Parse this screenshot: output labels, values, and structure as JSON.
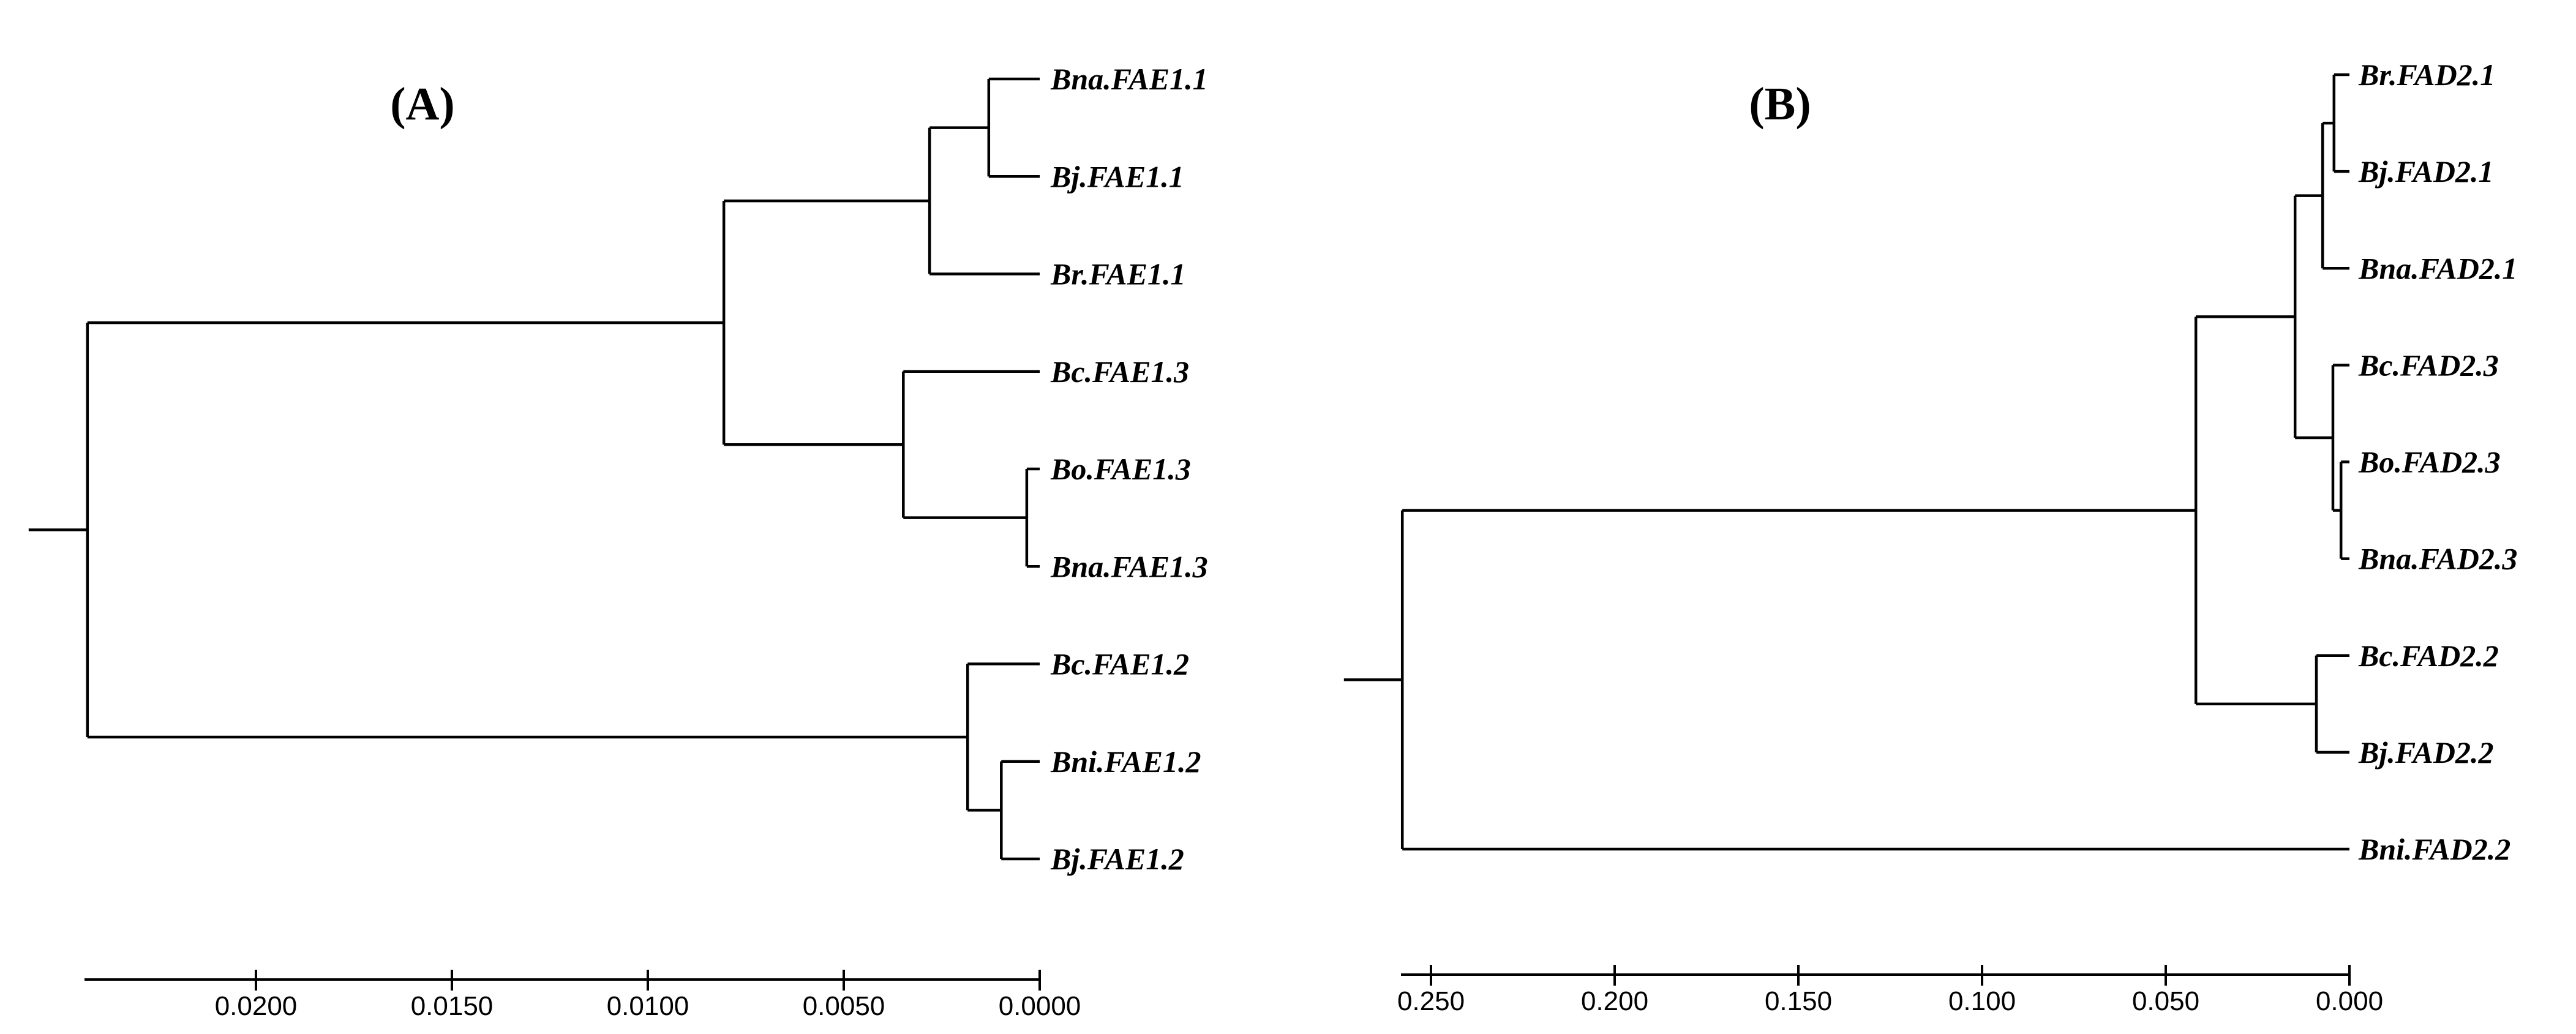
{
  "figure": {
    "background_color": "#ffffff",
    "line_color": "#000000",
    "description": "Two rooted ultrametric phylogenetic trees with distance scale bars"
  },
  "chart_data": [
    {
      "type": "tree",
      "panel_label": "(A)",
      "gene_family": "FAE1",
      "leaves": [
        "Bna.FAE1.1",
        "Bj.FAE1.1",
        "Br.FAE1.1",
        "Bc.FAE1.3",
        "Bo.FAE1.3",
        "Bna.FAE1.3",
        "Bc.FAE1.2",
        "Bni.FAE1.2",
        "Bj.FAE1.2"
      ],
      "scale_axis": {
        "tick_labels": [
          "0.0200",
          "0.0150",
          "0.0100",
          "0.0050",
          "0.0000"
        ],
        "tick_values": [
          0.02,
          0.015,
          0.01,
          0.005,
          0.0
        ],
        "axis_left_value": 0.0244
      },
      "root_edge_depth": 0.0258,
      "tree": {
        "depth": 0.0243,
        "children": [
          {
            "depth": 0.00806,
            "children": [
              {
                "depth": 0.00281,
                "children": [
                  {
                    "depth": 0.0013,
                    "children": [
                      {
                        "name": "Bna.FAE1.1"
                      },
                      {
                        "name": "Bj.FAE1.1"
                      }
                    ]
                  },
                  {
                    "name": "Br.FAE1.1"
                  }
                ]
              },
              {
                "depth": 0.00348,
                "children": [
                  {
                    "name": "Bc.FAE1.3"
                  },
                  {
                    "depth": 0.00033,
                    "children": [
                      {
                        "name": "Bo.FAE1.3"
                      },
                      {
                        "name": "Bna.FAE1.3"
                      }
                    ]
                  }
                ]
              }
            ]
          },
          {
            "depth": 0.00184,
            "children": [
              {
                "name": "Bc.FAE1.2"
              },
              {
                "depth": 0.00098,
                "children": [
                  {
                    "name": "Bni.FAE1.2"
                  },
                  {
                    "name": "Bj.FAE1.2"
                  }
                ]
              }
            ]
          }
        ]
      }
    },
    {
      "type": "tree",
      "panel_label": "(B)",
      "gene_family": "FAD2",
      "leaves": [
        "Br.FAD2.1",
        "Bj.FAD2.1",
        "Bna.FAD2.1",
        "Bc.FAD2.3",
        "Bo.FAD2.3",
        "Bna.FAD2.3",
        "Bc.FAD2.2",
        "Bj.FAD2.2",
        "Bni.FAD2.2"
      ],
      "scale_axis": {
        "tick_labels": [
          "0.250",
          "0.200",
          "0.150",
          "0.100",
          "0.050",
          "0.000"
        ],
        "tick_values": [
          0.25,
          0.2,
          0.15,
          0.1,
          0.05,
          0.0
        ],
        "axis_left_value": 0.2582
      },
      "root_edge_depth": 0.2737,
      "tree": {
        "depth": 0.2578,
        "children": [
          {
            "depth": 0.0418,
            "children": [
              {
                "depth": 0.0148,
                "children": [
                  {
                    "depth": 0.0073,
                    "children": [
                      {
                        "depth": 0.0042,
                        "children": [
                          {
                            "name": "Br.FAD2.1"
                          },
                          {
                            "name": "Bj.FAD2.1"
                          }
                        ]
                      },
                      {
                        "name": "Bna.FAD2.1"
                      }
                    ]
                  },
                  {
                    "depth": 0.0045,
                    "children": [
                      {
                        "name": "Bc.FAD2.3"
                      },
                      {
                        "depth": 0.0023,
                        "children": [
                          {
                            "name": "Bo.FAD2.3"
                          },
                          {
                            "name": "Bna.FAD2.3"
                          }
                        ]
                      }
                    ]
                  }
                ]
              },
              {
                "depth": 0.009,
                "children": [
                  {
                    "name": "Bc.FAD2.2"
                  },
                  {
                    "name": "Bj.FAD2.2"
                  }
                ]
              }
            ]
          },
          {
            "name": "Bni.FAD2.2"
          }
        ]
      }
    }
  ]
}
